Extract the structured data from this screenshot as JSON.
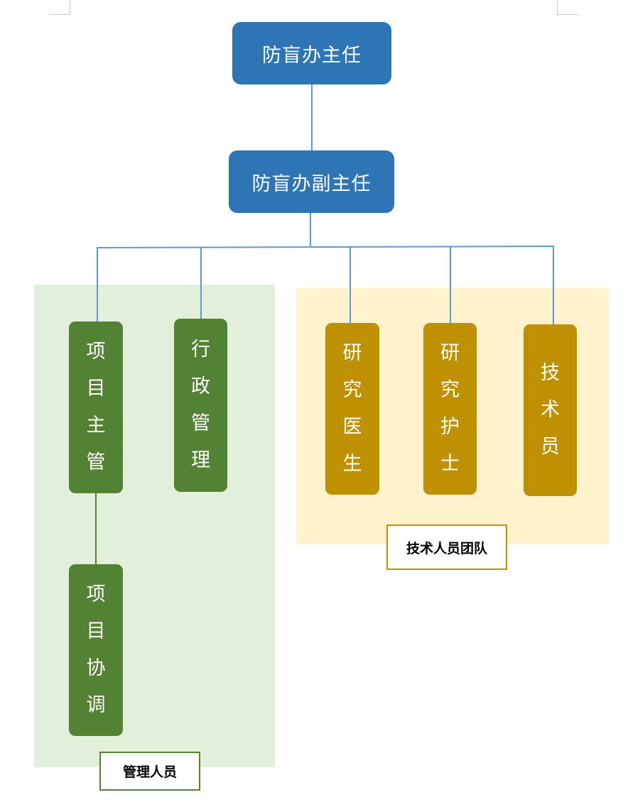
{
  "diagram": {
    "top": {
      "director": "防盲办主任",
      "deputy_director": "防盲办副主任"
    },
    "management": {
      "group_label": "管理人员",
      "project_supervisor": "项目主管",
      "administration": "行政管理",
      "project_coordinator": "项目协调"
    },
    "technical": {
      "group_label": "技术人员团队",
      "research_doctor": "研究医生",
      "research_nurse": "研究护士",
      "technician": "技术员"
    },
    "colors": {
      "director_fill": "#2e75b6",
      "management_fill": "#548235",
      "management_bg": "#e2efda",
      "technical_fill": "#bf9000",
      "technical_bg": "#fff2cc",
      "connector_blue": "#5b9bd5",
      "connector_green": "#548235"
    }
  }
}
